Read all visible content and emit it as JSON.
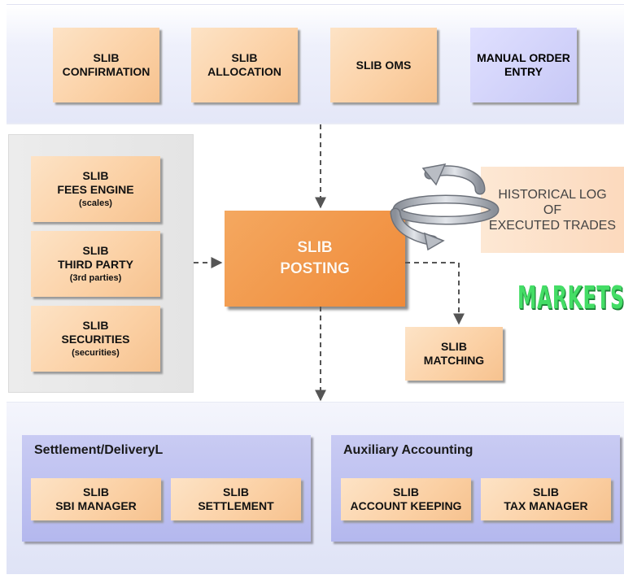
{
  "top_boxes": {
    "confirmation": [
      "SLIB",
      "CONFIRMATION"
    ],
    "allocation": [
      "SLIB",
      "ALLOCATION"
    ],
    "oms": "SLIB OMS",
    "manual": [
      "MANUAL ORDER",
      "ENTRY"
    ]
  },
  "left_boxes": {
    "fees": {
      "line1": "SLIB",
      "line2": "FEES ENGINE",
      "sub": "(scales)"
    },
    "third": {
      "line1": "SLIB",
      "line2": "THIRD PARTY",
      "sub": "(3rd parties)"
    },
    "securities": {
      "line1": "SLIB",
      "line2": "SECURITIES",
      "sub": "(securities)"
    }
  },
  "posting": [
    "SLIB",
    "POSTING"
  ],
  "historical": [
    "HISTORICAL LOG",
    "OF",
    "EXECUTED TRADES"
  ],
  "markets": "MARKETS",
  "matching": [
    "SLIB",
    "MATCHING"
  ],
  "settlement_group": {
    "title": "Settlement/DeliveryL",
    "sbi": [
      "SLIB",
      "SBI MANAGER"
    ],
    "settlement": [
      "SLIB",
      "SETTLEMENT"
    ]
  },
  "auxiliary_group": {
    "title": "Auxiliary Accounting",
    "account": [
      "SLIB",
      "ACCOUNT KEEPING"
    ],
    "tax": [
      "SLIB",
      "TAX MANAGER"
    ]
  },
  "colors": {
    "orange_box": "#fbd0a4",
    "posting": "#f08a38",
    "blue_box": "#c7c8f6",
    "markets": "#44dd66"
  }
}
